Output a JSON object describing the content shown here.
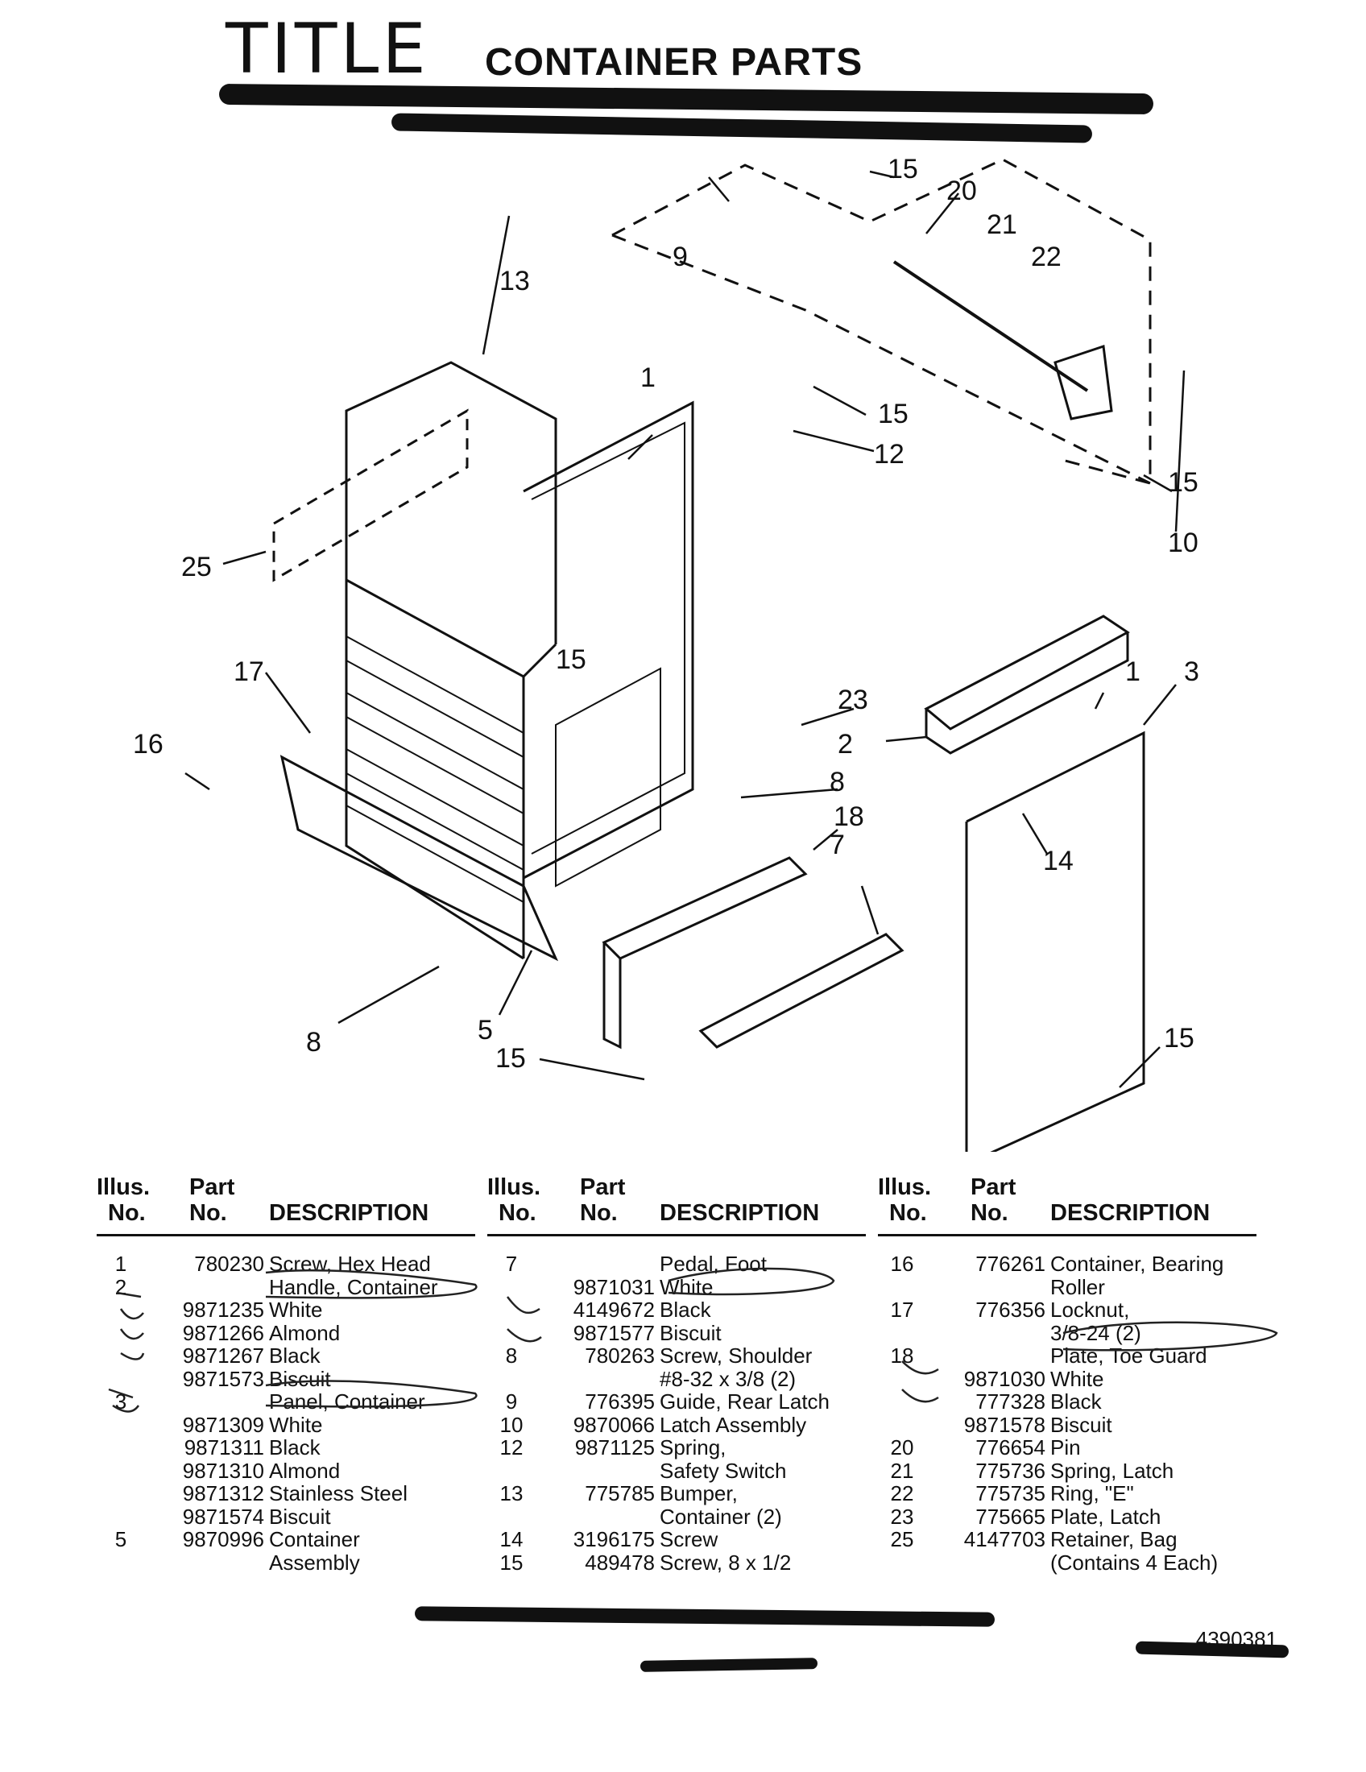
{
  "header": {
    "handwritten_label": "TITLE",
    "title": "CONTAINER PARTS"
  },
  "diagram": {
    "callouts": [
      "15",
      "20",
      "21",
      "22",
      "9",
      "13",
      "1",
      "15",
      "12",
      "15",
      "10",
      "25",
      "15",
      "17",
      "23",
      "1",
      "3",
      "2",
      "16",
      "8",
      "18",
      "7",
      "14",
      "8",
      "5",
      "15",
      "15"
    ]
  },
  "table_headers": {
    "illus_1": "Illus.",
    "illus_2": "No.",
    "part_1": "Part",
    "part_2": "No.",
    "description": "DESCRIPTION"
  },
  "columns": [
    {
      "rows": [
        {
          "illus": "1",
          "part": "780230",
          "desc": "Screw, Hex Head"
        },
        {
          "illus": "2",
          "part": "",
          "desc": "Handle, Container"
        },
        {
          "illus": "",
          "part": "9871235",
          "desc": "White"
        },
        {
          "illus": "",
          "part": "9871266",
          "desc": "Almond"
        },
        {
          "illus": "",
          "part": "9871267",
          "desc": "Black"
        },
        {
          "illus": "",
          "part": "9871573",
          "desc": "Biscuit"
        },
        {
          "illus": "3",
          "part": "",
          "desc": "Panel, Container"
        },
        {
          "illus": "",
          "part": "9871309",
          "desc": "White"
        },
        {
          "illus": "",
          "part": "9871311",
          "desc": "Black"
        },
        {
          "illus": "",
          "part": "9871310",
          "desc": "Almond"
        },
        {
          "illus": "",
          "part": "9871312",
          "desc": "Stainless Steel"
        },
        {
          "illus": "",
          "part": "9871574",
          "desc": "Biscuit"
        },
        {
          "illus": "5",
          "part": "9870996",
          "desc": "Container"
        },
        {
          "illus": "",
          "part": "",
          "desc": "Assembly"
        }
      ]
    },
    {
      "rows": [
        {
          "illus": "7",
          "part": "",
          "desc": "Pedal, Foot"
        },
        {
          "illus": "",
          "part": "9871031",
          "desc": "White"
        },
        {
          "illus": "",
          "part": "4149672",
          "desc": "Black"
        },
        {
          "illus": "",
          "part": "9871577",
          "desc": "Biscuit"
        },
        {
          "illus": "8",
          "part": "780263",
          "desc": "Screw, Shoulder"
        },
        {
          "illus": "",
          "part": "",
          "desc": "#8-32 x 3/8 (2)"
        },
        {
          "illus": "9",
          "part": "776395",
          "desc": "Guide, Rear Latch"
        },
        {
          "illus": "10",
          "part": "9870066",
          "desc": "Latch Assembly"
        },
        {
          "illus": "12",
          "part": "9871125",
          "desc": "Spring,"
        },
        {
          "illus": "",
          "part": "",
          "desc": "Safety Switch"
        },
        {
          "illus": "13",
          "part": "775785",
          "desc": "Bumper,"
        },
        {
          "illus": "",
          "part": "",
          "desc": "Container (2)"
        },
        {
          "illus": "14",
          "part": "3196175",
          "desc": "Screw"
        },
        {
          "illus": "15",
          "part": "489478",
          "desc": "Screw, 8 x 1/2"
        }
      ]
    },
    {
      "rows": [
        {
          "illus": "16",
          "part": "776261",
          "desc": "Container, Bearing"
        },
        {
          "illus": "",
          "part": "",
          "desc": "Roller"
        },
        {
          "illus": "17",
          "part": "776356",
          "desc": "Locknut,"
        },
        {
          "illus": "",
          "part": "",
          "desc": "3/8-24 (2)"
        },
        {
          "illus": "18",
          "part": "",
          "desc": "Plate, Toe Guard"
        },
        {
          "illus": "",
          "part": "9871030",
          "desc": "White"
        },
        {
          "illus": "",
          "part": "777328",
          "desc": "Black"
        },
        {
          "illus": "",
          "part": "9871578",
          "desc": "Biscuit"
        },
        {
          "illus": "20",
          "part": "776654",
          "desc": "Pin"
        },
        {
          "illus": "21",
          "part": "775736",
          "desc": "Spring, Latch"
        },
        {
          "illus": "22",
          "part": "775735",
          "desc": "Ring, \"E\""
        },
        {
          "illus": "23",
          "part": "775665",
          "desc": "Plate, Latch"
        },
        {
          "illus": "25",
          "part": "4147703",
          "desc": "Retainer, Bag"
        },
        {
          "illus": "",
          "part": "",
          "desc": "(Contains 4 Each)"
        }
      ]
    }
  ],
  "footer": {
    "doc_number": "4390381"
  }
}
